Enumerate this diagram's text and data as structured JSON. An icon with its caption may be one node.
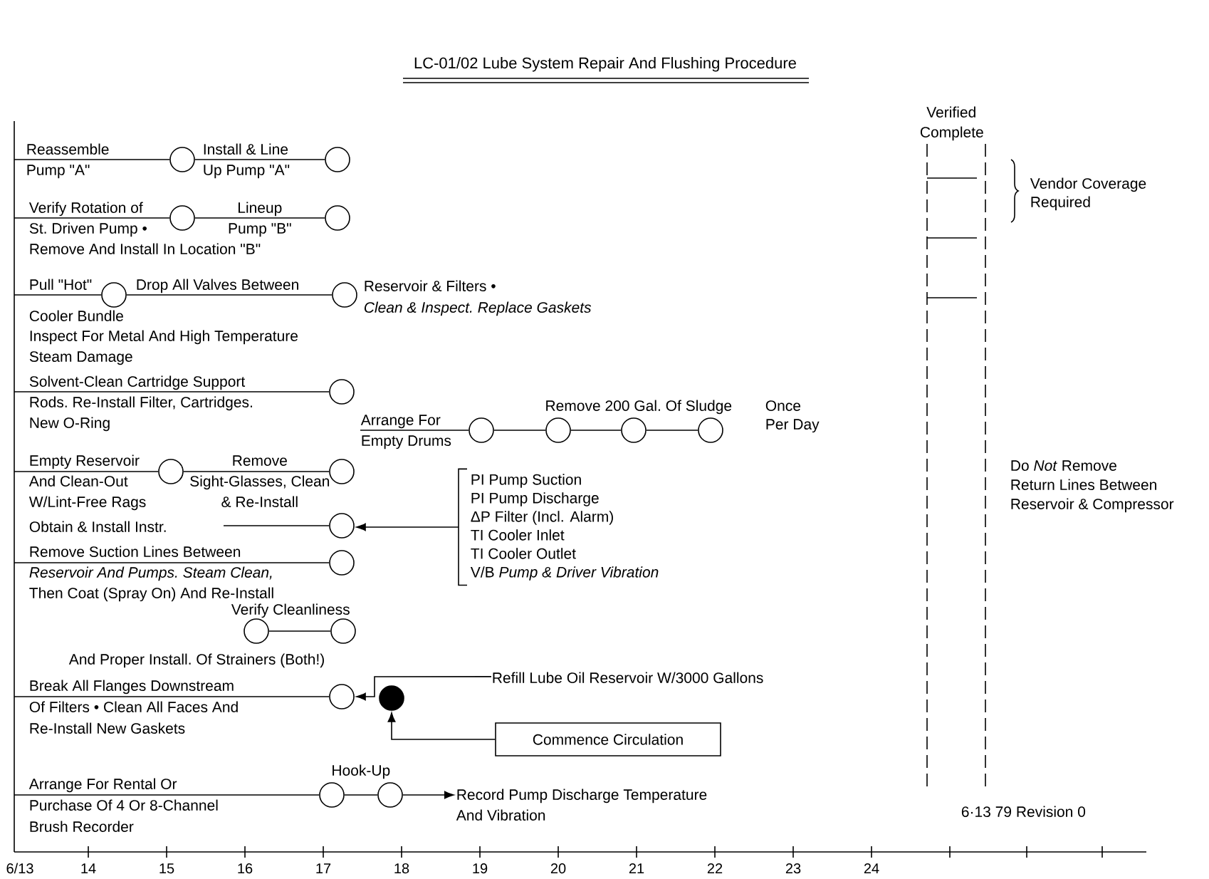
{
  "diagram": {
    "title": "LC-01/02 Lube System Repair And Flushing Procedure",
    "nodes": [
      {
        "text": [],
        "shape": "circle"
      },
      {
        "text": [],
        "shape": "circle"
      },
      {
        "text": [],
        "shape": "circle"
      },
      {
        "text": [],
        "shape": "circle"
      },
      {
        "text": [],
        "shape": "circle"
      },
      {
        "text": [],
        "shape": "circle"
      },
      {
        "text": [],
        "shape": "circle"
      },
      {
        "text": [],
        "shape": "circle"
      },
      {
        "text": [],
        "shape": "circle"
      },
      {
        "text": [],
        "shape": "circle"
      },
      {
        "text": [],
        "shape": "circle"
      },
      {
        "text": [],
        "shape": "circle"
      },
      {
        "text": [],
        "shape": "circle"
      },
      {
        "text": [],
        "shape": "circle"
      },
      {
        "text": [
          "PI Pump Suction",
          "PI Pump Discharge",
          "ΔP Filter (Incl. Alarm)",
          "TI Cooler Inlet",
          "TI Cooler Outlet",
          "V/B *Pump & Driver Vibration*"
        ]
      },
      {
        "text": [],
        "shape": "circle"
      },
      {
        "text": [],
        "shape": "circle"
      },
      {
        "text": [],
        "shape": "circle"
      },
      {
        "text": [],
        "shape": "circle"
      },
      {
        "text": [],
        "shape": "circle"
      },
      {
        "text": [
          "Refill Lube Oil Reservoir W/3000 Gallons"
        ]
      },
      {
        "text": [
          "Commence Circulation"
        ]
      },
      {
        "text": [],
        "shape": "circle"
      },
      {
        "text": [],
        "shape": "circle"
      },
      {
        "text": [
          "Record Pump Discharge Temperature And Vibration"
        ]
      }
    ],
    "edges": [
      {
        "from": null,
        "to": 0,
        "arrow": "none",
        "label": "Reassemble Pump \"A\""
      },
      {
        "from": 0,
        "to": 1,
        "arrow": "none",
        "label": "Install & Line Up Pump \"A\""
      },
      {
        "from": null,
        "to": 2,
        "arrow": "none",
        "label": "Verify Rotation of St. Driven Pump •"
      },
      {
        "from": 2,
        "to": 3,
        "arrow": "none",
        "label": "Lineup Pump \"B\""
      },
      {
        "from": null,
        "to": 4,
        "arrow": "none",
        "label": "Pull \"Hot\" Cooler Bundle"
      },
      {
        "from": 4,
        "to": 5,
        "arrow": "none",
        "label": "Drop All Valves Between"
      },
      {
        "from": null,
        "to": 6,
        "arrow": "none",
        "label": "Solvent-Clean Cartridge Support Rods. Re-Install Filter, Cartridges. New O-Ring"
      },
      {
        "from": null,
        "to": 7,
        "arrow": "none",
        "label": "Arrange For Empty Drums"
      },
      {
        "from": 7,
        "to": 8,
        "arrow": "none"
      },
      {
        "from": 8,
        "to": 9,
        "arrow": "none"
      },
      {
        "from": 9,
        "to": 10,
        "arrow": "none"
      },
      {
        "from": null,
        "to": 11,
        "arrow": "none",
        "label": "Empty Reservoir And Clean-Out W/Lint-Free Rags"
      },
      {
        "from": 11,
        "to": 12,
        "arrow": "none",
        "label": "Remove Sight-Glasses, Clean & Re-Install"
      },
      {
        "from": null,
        "to": 13,
        "arrow": "none",
        "label": "Obtain & Install Instr."
      },
      {
        "from": 14,
        "to": 13,
        "arrow": "to"
      },
      {
        "from": null,
        "to": 15,
        "arrow": "none",
        "label": "Remove Suction Lines Between *Reservoir And Pumps. Steam Clean,* Then Coat (Spray On) And Re-Install"
      },
      {
        "from": 16,
        "to": 17,
        "arrow": "none",
        "label": "Verify Cleanliness And Proper Install. Of Strainers (Both!)"
      },
      {
        "from": null,
        "to": 18,
        "arrow": "none",
        "label": "Break All Flanges Downstream Of Filters • Clean All Faces And Re-Install New Gaskets"
      },
      {
        "from": 20,
        "to": 18,
        "arrow": "to"
      },
      {
        "from": 21,
        "to": 19,
        "arrow": "to"
      },
      {
        "from": null,
        "to": 22,
        "arrow": "none",
        "label": "Arrange For Rental Or Purchase Of 4 Or 8-Channel Brush Recorder"
      },
      {
        "from": 22,
        "to": 23,
        "arrow": "none",
        "label": "Hook-Up"
      },
      {
        "from": 23,
        "to": 24,
        "arrow": "to"
      }
    ],
    "labels": [
      "Verified Complete",
      "Vendor Coverage Required",
      "Remove And Install In Location \"B\"",
      "Reservoir & Filters • *Clean & Inspect. Replace Gaskets*",
      "Inspect For Metal And High Temperature Steam Damage",
      "Remove 200 Gal. Of Sludge",
      "Once Per Day",
      "Do *Not* Remove Return Lines Between Reservoir & Compressor",
      "6·13 79 Revision 0",
      "6/13",
      "14",
      "15",
      "16",
      "17",
      "18",
      "19",
      "20",
      "21",
      "22",
      "23",
      "24"
    ]
  }
}
